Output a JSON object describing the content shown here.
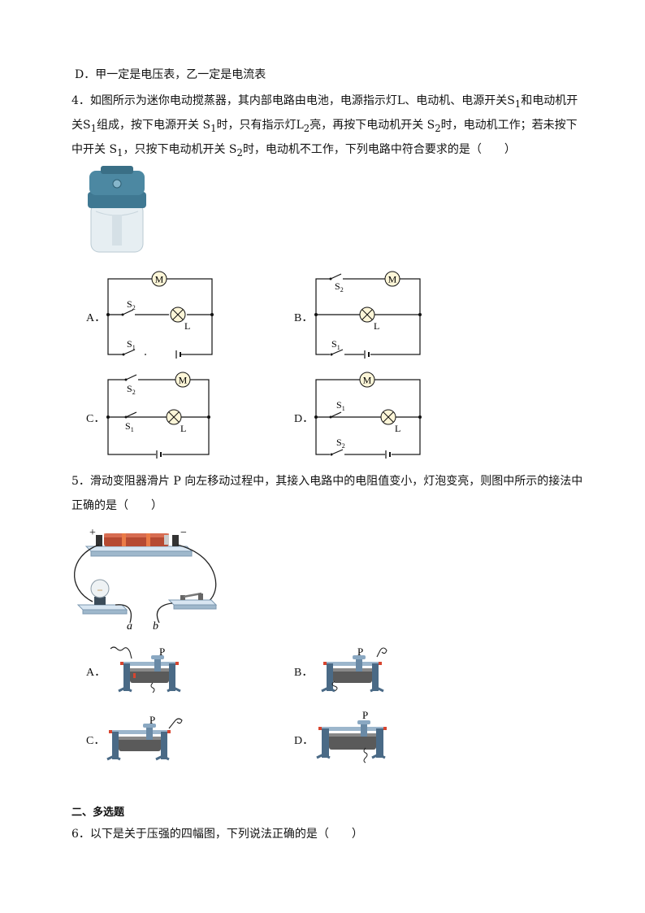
{
  "q3": {
    "option_d": "D．甲一定是电压表，乙一定是电流表"
  },
  "q4": {
    "line1": "4．如图所示为迷你电动搅蒸器，其内部电路由电池，电源指示灯L、电动机、电源开关S",
    "line1_sub": "1",
    "line1_end": "和电动机开",
    "line2_a": "关S",
    "line2_sub1": "1",
    "line2_b": "组成，按下电源开关 S",
    "line2_sub2": "1",
    "line2_c": "时，只有指示灯L",
    "line2_sub3": "2",
    "line2_d": "亮，再按下电动机开关 S",
    "line2_sub4": "2",
    "line2_e": "时，电动机工作；若未按下",
    "line3_a": "中开关 S",
    "line3_sub1": "1",
    "line3_b": "，只按下电动机开关 S",
    "line3_sub2": "2",
    "line3_c": "时，电动机不工作，下列电路中符合要求的是（　　）",
    "options": [
      "A．",
      "B．",
      "C．",
      "D．"
    ],
    "labels": {
      "motor": "M",
      "lamp": "L",
      "s": "S",
      "one": "1",
      "two": "2"
    }
  },
  "q5": {
    "line1": "5．滑动变阻器滑片 P 向左移动过程中，其接入电路中的电阻值变小，灯泡变亮，则图中所示的接法中",
    "line2": "正确的是（　　）",
    "plus": "+",
    "minus": "−",
    "wire_a": "a",
    "wire_b": "b",
    "slider": "P",
    "options": [
      "A．",
      "B．",
      "C．",
      "D．"
    ]
  },
  "section2": {
    "title": "二、多选题"
  },
  "q6": {
    "line1": "6．以下是关于压强的四幅图，下列说法正确的是（　　）"
  },
  "colors": {
    "lamp_fill": "#fdf6d8",
    "device_blue": "#3f7892",
    "coil": "#5a5a5a",
    "base": "#bcd3e6",
    "red": "#d8452f"
  }
}
